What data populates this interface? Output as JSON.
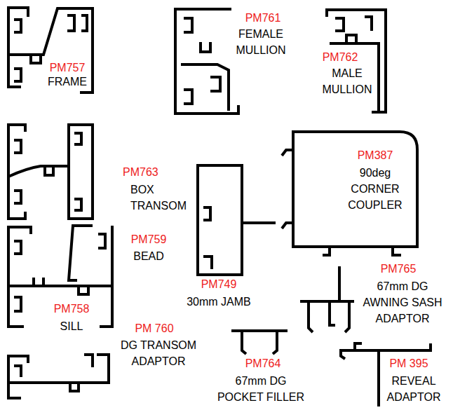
{
  "diagram": {
    "labels": [
      "PM757",
      "FRAME",
      "PM761",
      "FEMALE MULLION",
      "PM762",
      "MALE MULLION",
      "PM763",
      "BOX TRANSOM",
      "PM387",
      "90deg CORNER COUPLER",
      "PM759",
      "BEAD",
      "PM749",
      "30mm JAMB",
      "PM758",
      "SILL",
      "PM765",
      "67mm DG AWNING SASH ADAPTOR",
      "PM 760",
      "DG TRANSOM ADAPTOR",
      "PM764",
      "67mm DG POCKET FILLER",
      "PM 395",
      "REVEAL ADAPTOR"
    ]
  }
}
